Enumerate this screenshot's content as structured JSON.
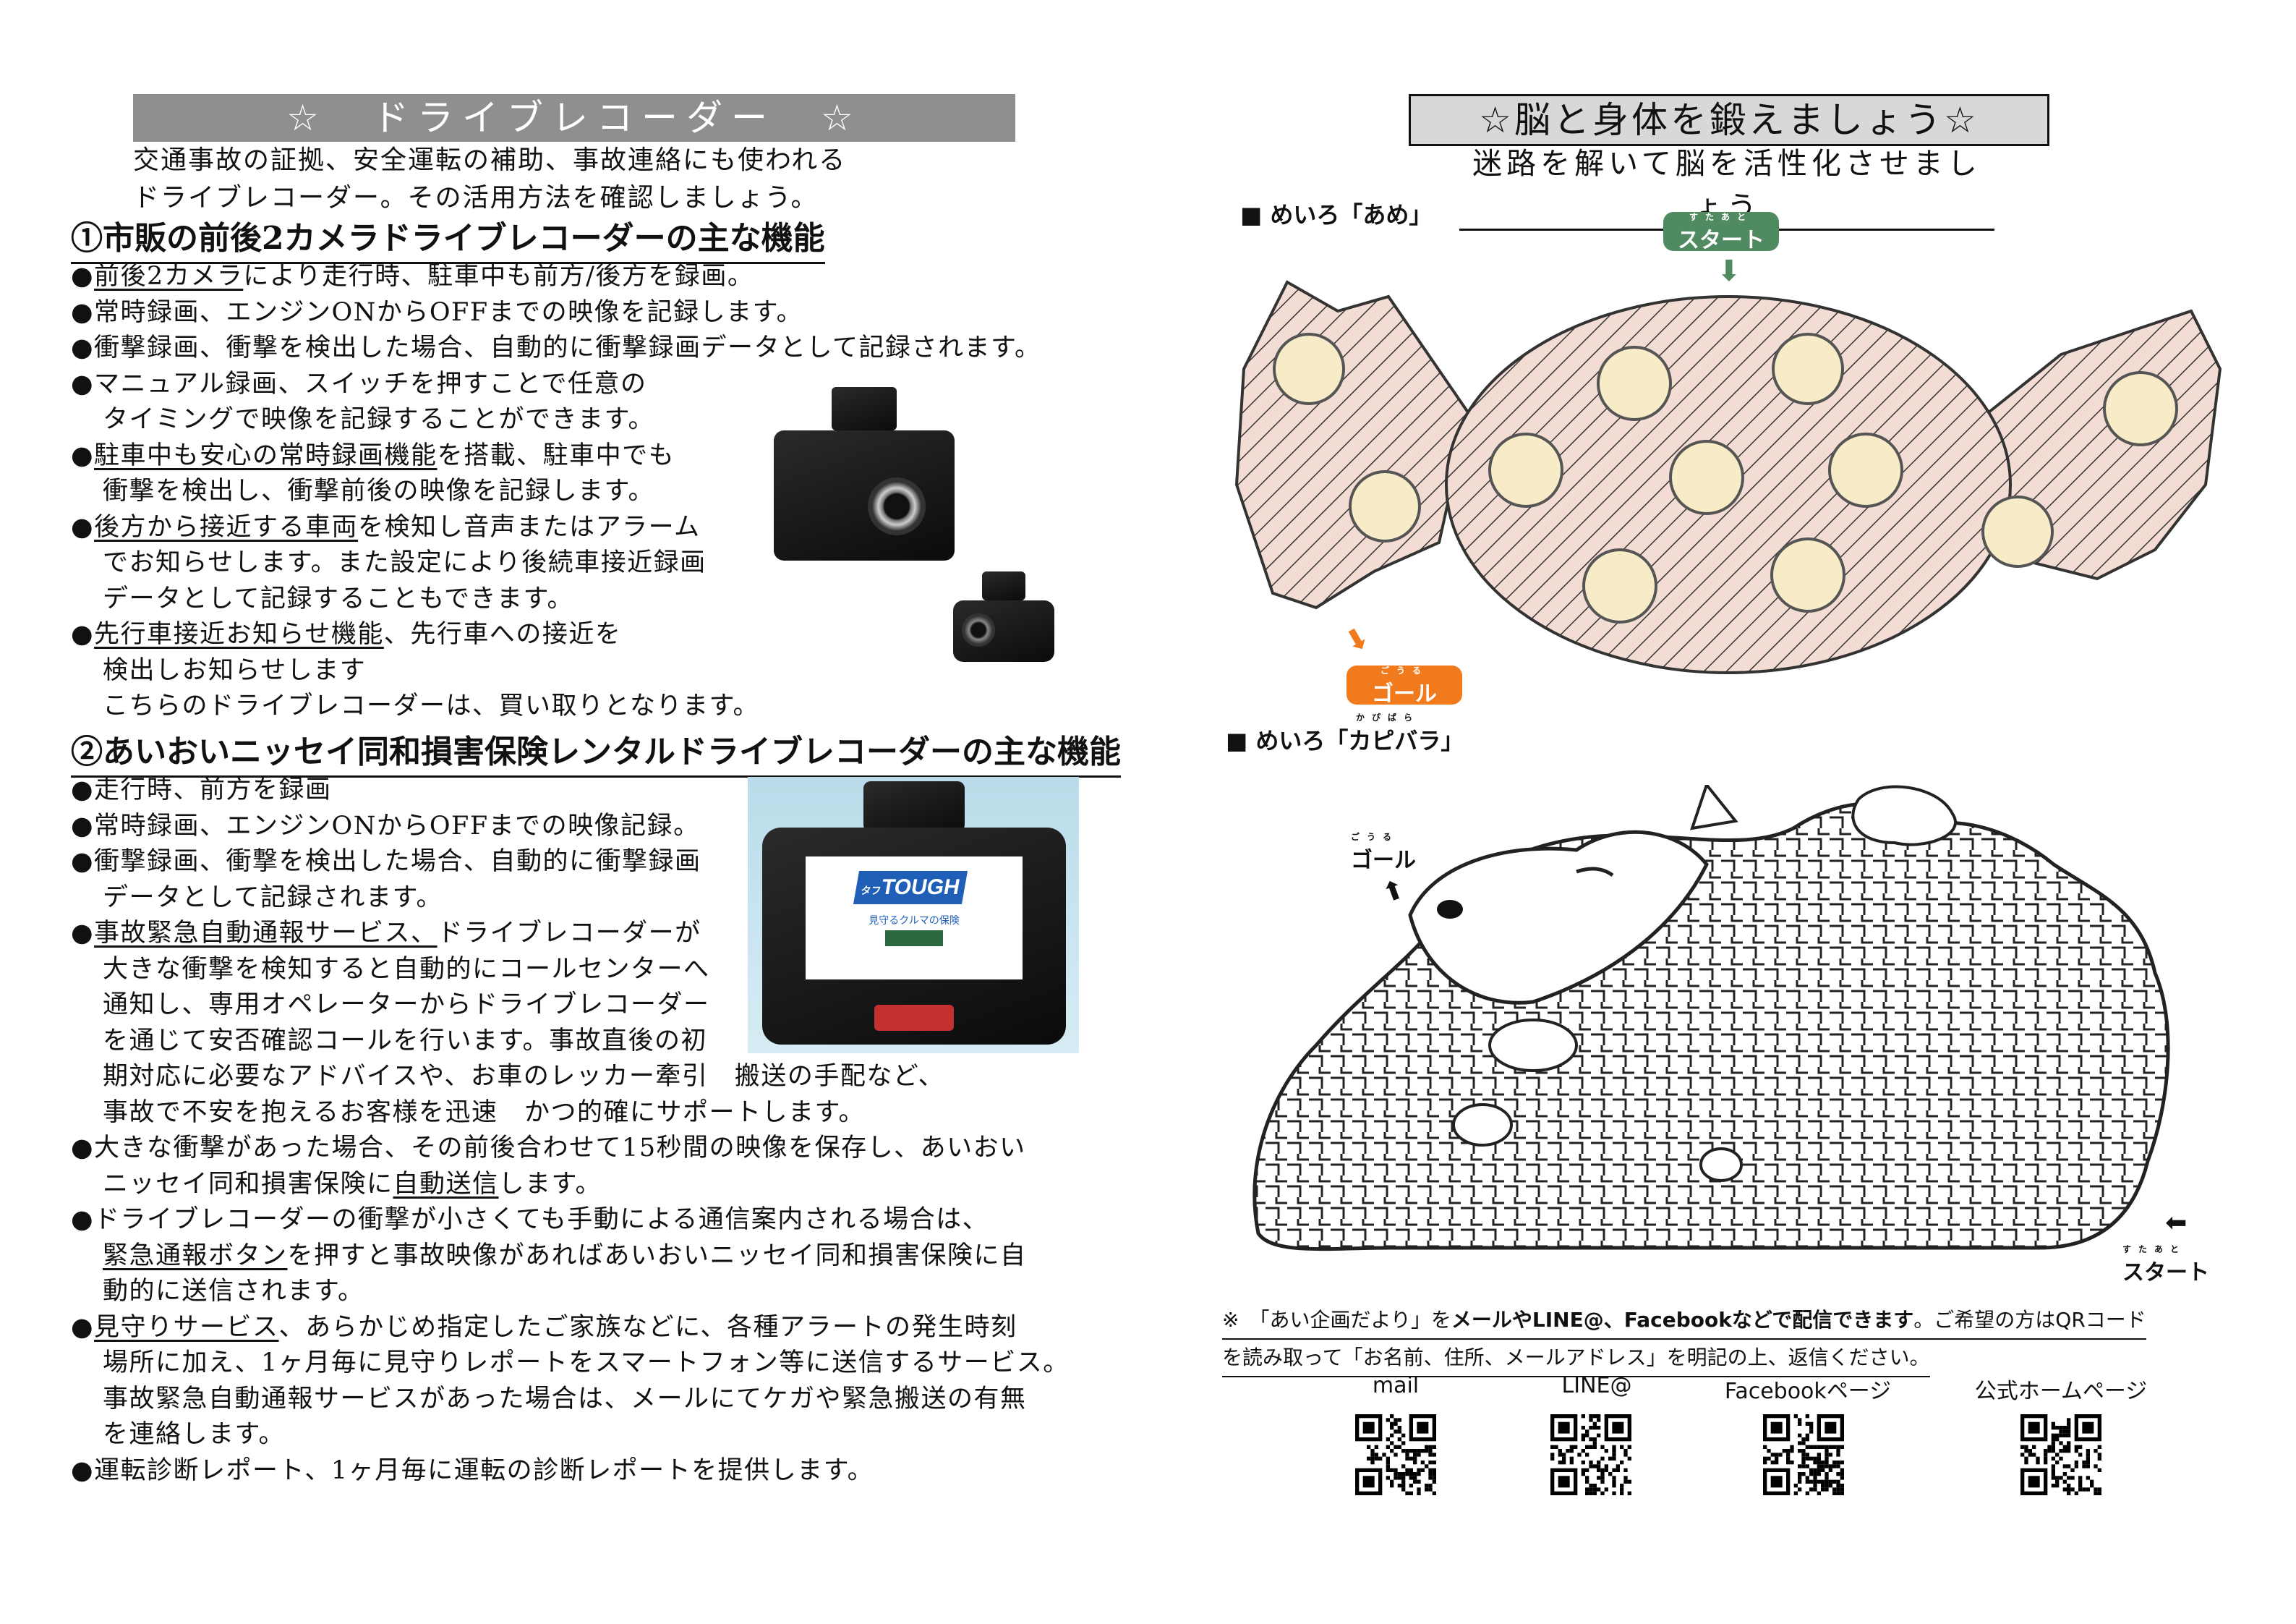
{
  "left": {
    "title": "☆　ドライブレコーダー　☆",
    "intro": [
      "交通事故の証拠、安全運転の補助、事故連絡にも使われる",
      "ドライブレコーダー。その活用方法を確認しましょう。"
    ],
    "section1": {
      "heading": "①市販の前後2カメラドライブレコーダーの主な機能",
      "items": [
        {
          "u": "前後2カメラ",
          "rest": "により走行時、駐車中も前方/後方を録画。"
        },
        {
          "u": "",
          "rest": "常時録画、エンジンONからOFFまでの映像を記録します。"
        },
        {
          "u": "",
          "rest": "衝撃録画、衝撃を検出した場合、自動的に衝撃録画データとして記録されます。"
        },
        {
          "u": "",
          "rest": "マニュアル録画、スイッチを押すことで任意の",
          "cont": "タイミングで映像を記録することができます。"
        },
        {
          "u": "駐車中も安心の常時録画機能",
          "rest": "を搭載、駐車中でも",
          "cont": "衝撃を検出し、衝撃前後の映像を記録します。"
        },
        {
          "u": "後方から接近する車両",
          "rest": "を検知し音声またはアラーム",
          "cont": "でお知らせします。また設定により後続車接近録画"
        },
        {
          "u": "",
          "rest": "",
          "cont": "データとして記録することもできます。"
        },
        {
          "u": "先行車接近お知らせ機能",
          "rest": "、先行車への接近を",
          "cont": "検出しお知らせします"
        }
      ],
      "note": "こちらのドライブレコーダーは、買い取りとなります。"
    },
    "section2": {
      "heading": "②あいおいニッセイ同和損害保険レンタルドライブレコーダーの主な機能",
      "lines": [
        {
          "b": true,
          "u": "",
          "t": "走行時、前方を録画"
        },
        {
          "b": true,
          "u": "",
          "t": "常時録画、エンジンONからOFFまでの映像記録。"
        },
        {
          "b": true,
          "u": "",
          "t": "衝撃録画、衝撃を検出した場合、自動的に衝撃録画"
        },
        {
          "b": false,
          "u": "",
          "t": "データとして記録されます。"
        },
        {
          "b": true,
          "u": "事故緊急自動通報サービス、",
          "t": "ドライブレコーダーが"
        },
        {
          "b": false,
          "u": "",
          "t": "大きな衝撃を検知すると自動的にコールセンターへ"
        },
        {
          "b": false,
          "u": "",
          "t": "通知し、専用オペレーターからドライブレコーダー"
        },
        {
          "b": false,
          "u": "",
          "t": "を通じて安否確認コールを行います。事故直後の初"
        },
        {
          "b": false,
          "u": "",
          "t": "期対応に必要なアドバイスや、お車のレッカー牽引　搬送の手配など、"
        },
        {
          "b": false,
          "u": "",
          "t": "事故で不安を抱えるお客様を迅速　かつ的確にサポートします。"
        },
        {
          "b": true,
          "u": "",
          "t": "大きな衝撃があった場合、その前後合わせて15秒間の映像を保存し、あいおい"
        },
        {
          "b": false,
          "u": "",
          "t": "ニッセイ同和損害保険に",
          "u2": "自動送信",
          "t2": "します。"
        },
        {
          "b": true,
          "u": "",
          "t": "ドライブレコーダーの衝撃が小さくても手動による通信案内される場合は、"
        },
        {
          "b": false,
          "u": "緊急通報ボタン",
          "t": "を押すと事故映像があればあいおいニッセイ同和損害保険に自"
        },
        {
          "b": false,
          "u": "",
          "t": "動的に送信されます。"
        },
        {
          "b": true,
          "u": "見守りサービス",
          "t": "、あらかじめ指定したご家族などに、各種アラートの発生時刻"
        },
        {
          "b": false,
          "u": "",
          "t": "場所に加え、1ヶ月毎に見守りレポートをスマートフォン等に送信するサービス。"
        },
        {
          "b": false,
          "u": "",
          "t": "事故緊急自動通報サービスがあった場合は、メールにてケガや緊急搬送の有無"
        },
        {
          "b": false,
          "u": "",
          "t": "を連絡します。"
        },
        {
          "b": true,
          "u": "",
          "t": "運転診断レポート、1ヶ月毎に運転の診断レポートを提供します。"
        }
      ]
    },
    "device_screen": {
      "brand": "TOUGH",
      "kana": "タフ",
      "caption": "見守るクルマの保険"
    }
  },
  "right": {
    "title": "☆脳と身体を鍛えましょう☆",
    "subtitle": "迷路を解いて脳を活性化させましょう",
    "maze1": {
      "label": "■ めいろ「あめ」",
      "start": "スタート",
      "start_ruby": "すたあと",
      "goal": "ゴール",
      "goal_ruby": "ごうる"
    },
    "maze2": {
      "label": "■ めいろ「カピバラ」",
      "label_ruby": "かぴばら",
      "start": "スタート",
      "start_ruby": "すたあと",
      "goal": "ゴール",
      "goal_ruby": "ごうる"
    },
    "notice": {
      "line1_a": "※　「あい企画だより」を",
      "line1_b": "メールやLINE@、Facebookなどで配信できます",
      "line1_c": "。ご希望の方はQRコード",
      "line2": "を読み取って「お名前、住所、メールアドレス」を明記の上、返信ください。"
    },
    "qr_labels": [
      "mail",
      "LINE@",
      "Facebookページ",
      "公式ホームページ"
    ]
  },
  "colors": {
    "title_bg": "#8f8f8f",
    "candy": "#f3dcd3",
    "start_green": "#4f8a61",
    "goal_orange": "#f07a1c"
  }
}
